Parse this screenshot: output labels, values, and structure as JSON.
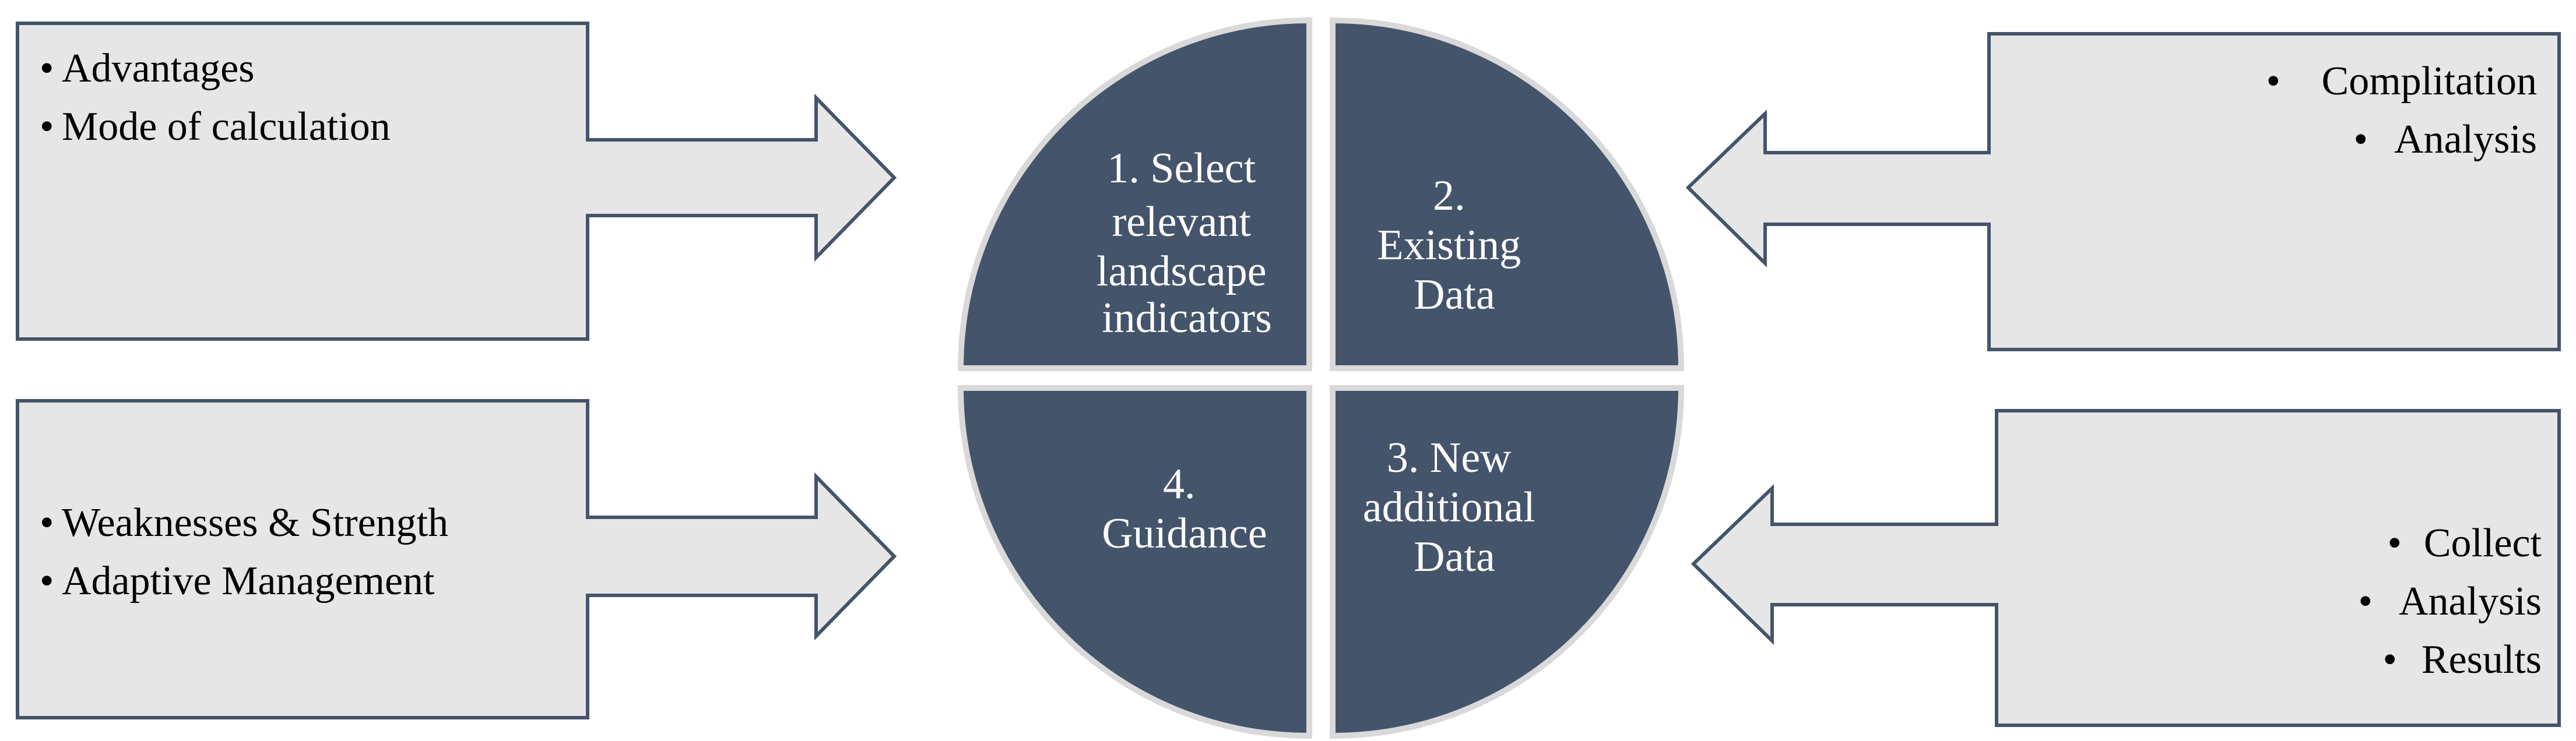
{
  "colors": {
    "quadrant_fill": "#44546a",
    "quadrant_border": "#d9d9d9",
    "callout_fill": "#e7e6e6",
    "callout_border": "#44546a",
    "quadrant_text": "#ffffff",
    "callout_text": "#000000"
  },
  "quadrants": [
    {
      "id": "q1",
      "lines": [
        "1. Select",
        "relevant",
        "landscape",
        "indicators"
      ]
    },
    {
      "id": "q2",
      "lines": [
        "2.",
        "Existing",
        "Data"
      ]
    },
    {
      "id": "q3",
      "lines": [
        "3. New",
        "additional",
        "Data"
      ]
    },
    {
      "id": "q4",
      "lines": [
        "4.",
        "Guidance"
      ]
    }
  ],
  "callouts": {
    "top_left": {
      "bullets": [
        "Advantages",
        "Mode of calculation"
      ]
    },
    "bottom_left": {
      "bullets": [
        "Weaknesses & Strength",
        "Adaptive Management"
      ]
    },
    "top_right": {
      "bullets": [
        "Complitation",
        "Analysis"
      ]
    },
    "bottom_right": {
      "bullets": [
        "Collect",
        "Analysis",
        "Results"
      ]
    }
  },
  "bullet_glyph": "•"
}
